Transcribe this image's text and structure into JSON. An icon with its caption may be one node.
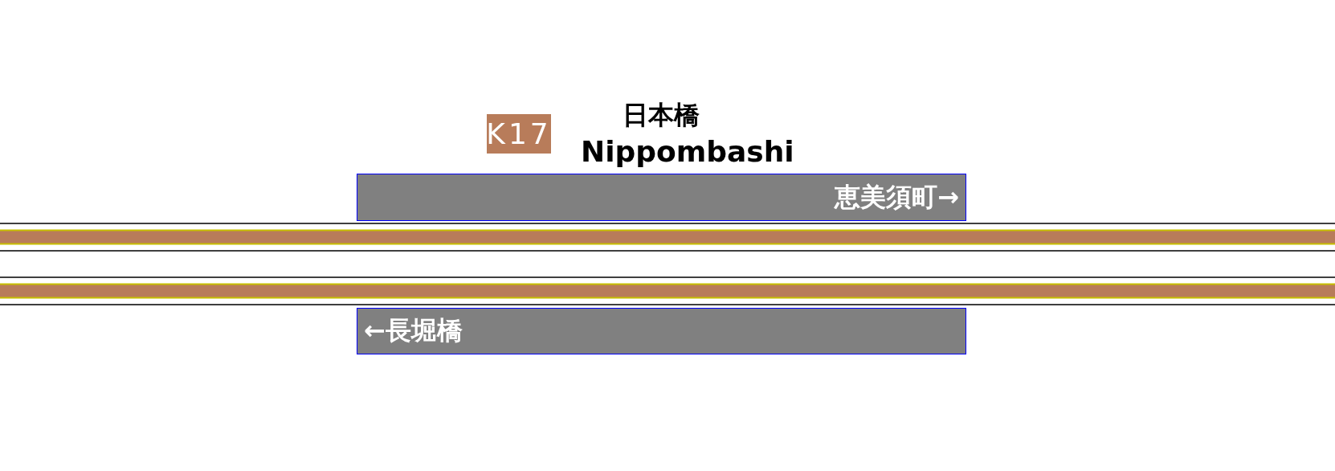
{
  "diagram": {
    "nodes": [
      {
        "text": [
          "K17"
        ]
      },
      {
        "text": [
          "恵美須町→"
        ]
      },
      {
        "text": [
          "←長堀橋"
        ]
      }
    ],
    "labels": [
      "日本橋",
      "Nippombashi"
    ]
  }
}
